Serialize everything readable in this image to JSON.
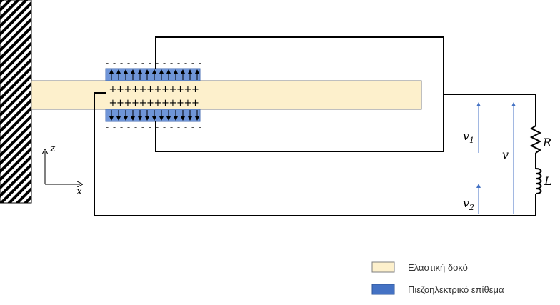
{
  "colors": {
    "beam_fill": "#fdf0cc",
    "patch_fill": "#6f95d8",
    "patch_stroke": "#4a6fb5",
    "voltage_arrow": "#4472c4",
    "wire": "#000000"
  },
  "labels": {
    "R": "R",
    "L": "L",
    "v": "v",
    "v1": "v",
    "v1_sub": "1",
    "v2": "v",
    "v2_sub": "2",
    "axis_z": "z",
    "axis_x": "x"
  },
  "charges": {
    "plus": "+",
    "minus": "-"
  },
  "legend": {
    "items": [
      {
        "label": "Ελαστική δοκό",
        "color": "#fdf0cc"
      },
      {
        "label": "Πιεζοηλεκτρικό επίθεμα",
        "color": "#4472c4"
      }
    ]
  }
}
